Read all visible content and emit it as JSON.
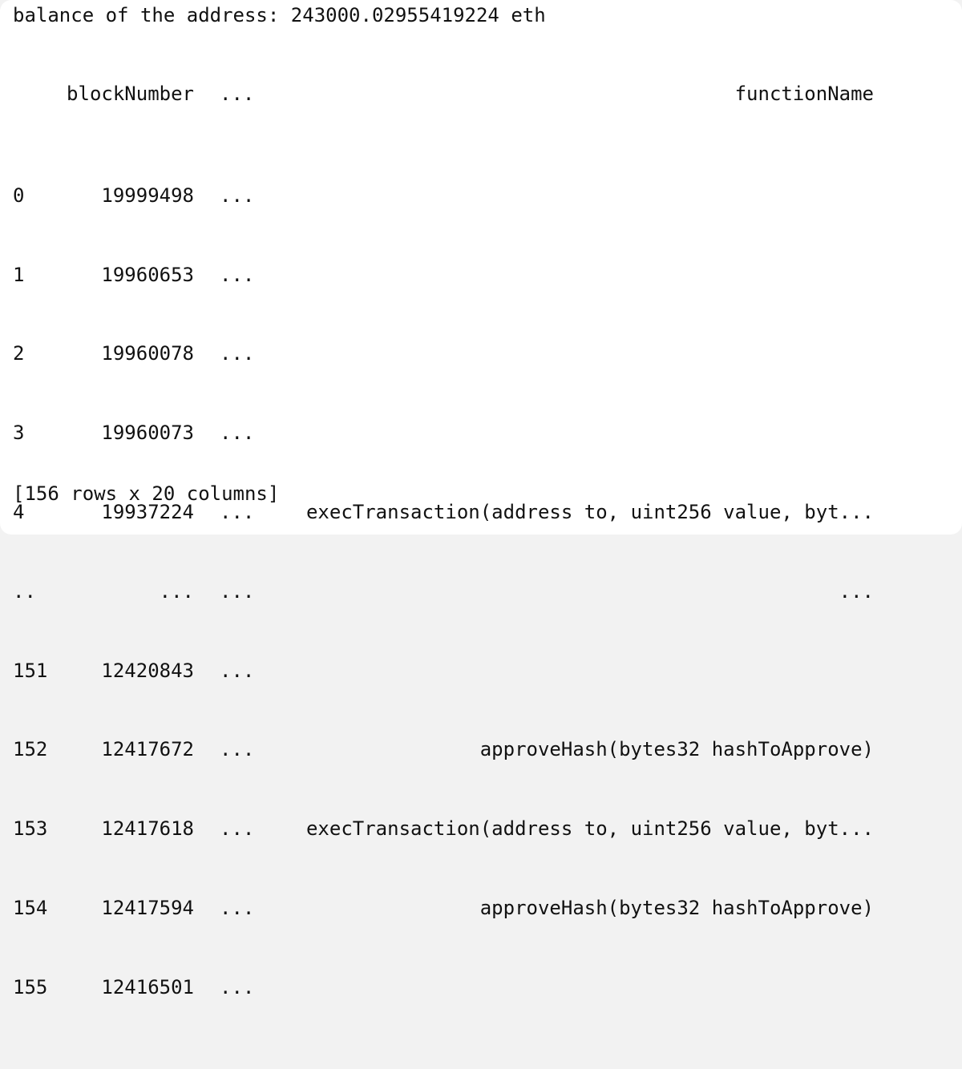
{
  "output": {
    "balance_label": "balance of the address:",
    "balance_value": "243000.02955419224",
    "balance_unit": "eth",
    "table": {
      "header": {
        "index": "",
        "block_number": "blockNumber",
        "ellipsis": "...",
        "function_name": "functionName"
      },
      "rows": [
        {
          "index": "0",
          "block_number": "19999498",
          "ellipsis": "...",
          "function_name": ""
        },
        {
          "index": "1",
          "block_number": "19960653",
          "ellipsis": "...",
          "function_name": ""
        },
        {
          "index": "2",
          "block_number": "19960078",
          "ellipsis": "...",
          "function_name": ""
        },
        {
          "index": "3",
          "block_number": "19960073",
          "ellipsis": "...",
          "function_name": ""
        },
        {
          "index": "4",
          "block_number": "19937224",
          "ellipsis": "...",
          "function_name": "execTransaction(address to, uint256 value, byt..."
        },
        {
          "index": "..",
          "block_number": "...",
          "ellipsis": "...",
          "function_name": "..."
        },
        {
          "index": "151",
          "block_number": "12420843",
          "ellipsis": "...",
          "function_name": ""
        },
        {
          "index": "152",
          "block_number": "12417672",
          "ellipsis": "...",
          "function_name": "approveHash(bytes32 hashToApprove)"
        },
        {
          "index": "153",
          "block_number": "12417618",
          "ellipsis": "...",
          "function_name": "execTransaction(address to, uint256 value, byt..."
        },
        {
          "index": "154",
          "block_number": "12417594",
          "ellipsis": "...",
          "function_name": "approveHash(bytes32 hashToApprove)"
        },
        {
          "index": "155",
          "block_number": "12416501",
          "ellipsis": "...",
          "function_name": ""
        }
      ]
    },
    "summary": "[156 rows x 20 columns]"
  }
}
